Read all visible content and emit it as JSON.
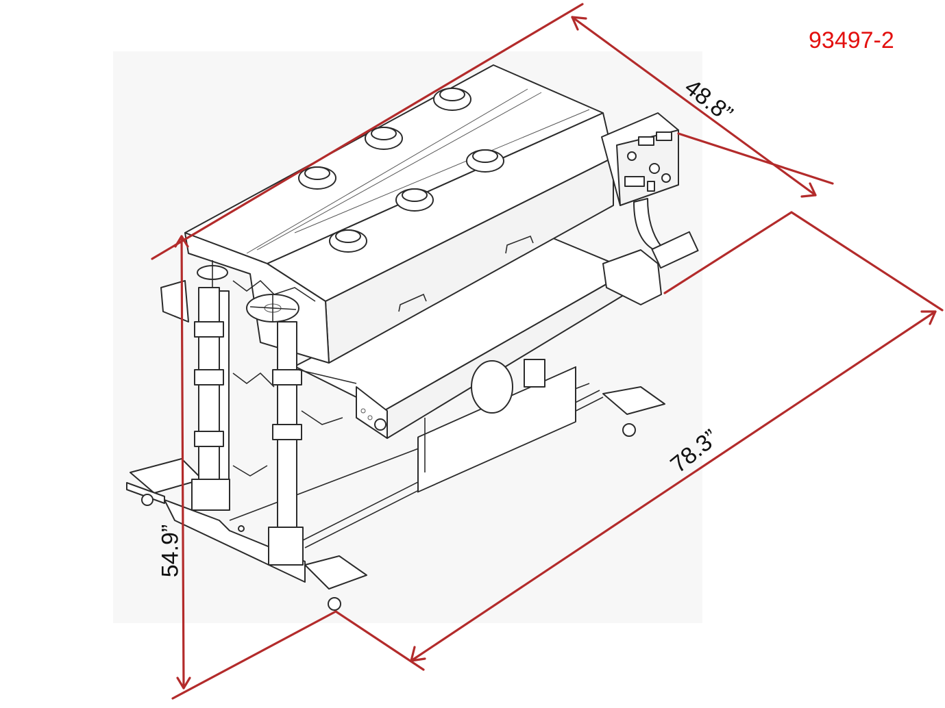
{
  "part_number": "93497-2",
  "dimensions": {
    "depth": "48.8”",
    "width": "78.3”",
    "height": "54.9”"
  },
  "colors": {
    "dimension_line": "#b32b2b",
    "part_number": "#e3100f",
    "drawing_line": "#2b2b2b"
  }
}
